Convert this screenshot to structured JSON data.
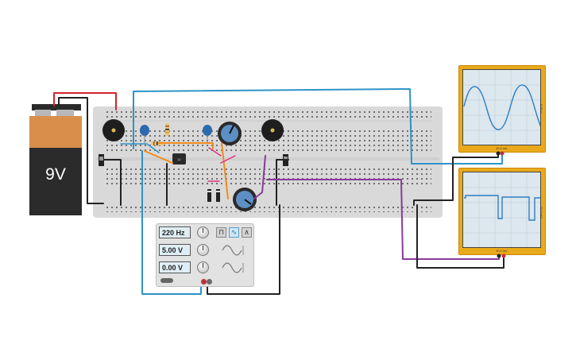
{
  "battery": {
    "label": "9V"
  },
  "function_generator": {
    "frequency": "220 Hz",
    "amplitude": "5.00 V",
    "offset": "0.00 V",
    "waveforms": [
      "square",
      "sine",
      "triangle"
    ],
    "selected_waveform": "sine"
  },
  "oscilloscopes": [
    {
      "time_per_div": "10.0 ms",
      "volts_per_div": "5.00 V",
      "trace": "sine"
    },
    {
      "time_per_div": "10.0 ms",
      "volts_per_div": "20.0 mV",
      "trace": "square-pulse"
    }
  ],
  "wire_colors": {
    "red": "#d3232a",
    "black": "#222222",
    "blue": "#2d93c6",
    "orange": "#f28c1d",
    "purple": "#8a3a9c",
    "pink": "#e0347e"
  }
}
